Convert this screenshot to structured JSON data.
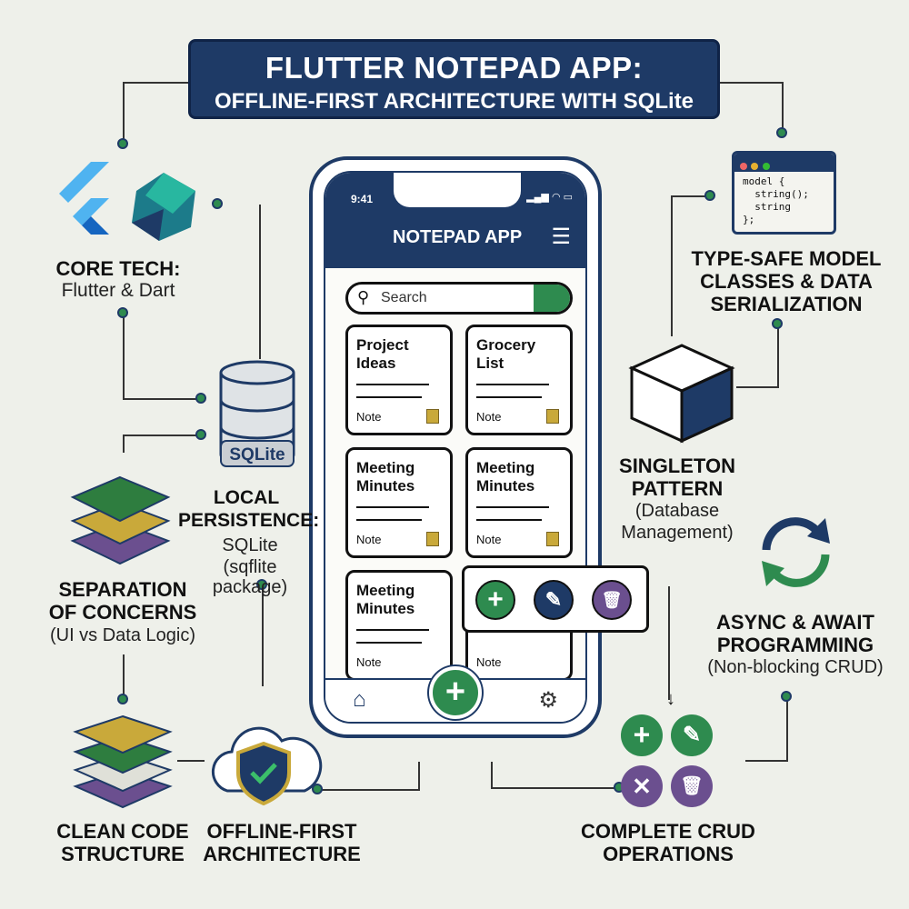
{
  "title": {
    "line1": "FLUTTER NOTEPAD APP:",
    "line2": "OFFLINE-FIRST ARCHITECTURE WITH SQLite"
  },
  "features": {
    "core_tech": {
      "title": "CORE TECH:",
      "sub": "Flutter & Dart"
    },
    "local_persistence": {
      "title": "LOCAL PERSISTENCE:",
      "sub1": "SQLite",
      "sub2": "(sqflite package)",
      "db_label": "SQLite"
    },
    "separation": {
      "title1": "SEPARATION",
      "title2": "OF CONCERNS",
      "sub": "(UI vs Data Logic)"
    },
    "clean_code": {
      "title1": "CLEAN CODE",
      "title2": "STRUCTURE"
    },
    "offline_first": {
      "title1": "OFFLINE-FIRST",
      "title2": "ARCHITECTURE"
    },
    "type_safe": {
      "title1": "TYPE-SAFE MODEL",
      "title2": "CLASSES & DATA",
      "title3": "SERIALIZATION",
      "code": [
        "model {",
        "  string();",
        "  string",
        "};"
      ]
    },
    "singleton": {
      "title1": "SINGLETON",
      "title2": "PATTERN",
      "sub1": "(Database",
      "sub2": "Management)"
    },
    "async": {
      "title1": "ASYNC & AWAIT",
      "title2": "PROGRAMMING",
      "sub": "(Non-blocking CRUD)"
    },
    "crud": {
      "title1": "COMPLETE CRUD",
      "title2": "OPERATIONS"
    }
  },
  "phone": {
    "time": "9:41",
    "app_title": "NOTEPAD APP",
    "search_placeholder": "Search",
    "notes": [
      {
        "title1": "Project",
        "title2": "Ideas",
        "tag": "Note"
      },
      {
        "title1": "Grocery",
        "title2": "List",
        "tag": "Note"
      },
      {
        "title1": "Meeting",
        "title2": "Minutes",
        "tag": "Note"
      },
      {
        "title1": "Meeting",
        "title2": "Minutes",
        "tag": "Note"
      },
      {
        "title1": "Meeting",
        "title2": "Minutes",
        "tag": "Note"
      },
      {
        "title1": "",
        "title2": "",
        "tag": "Note"
      }
    ]
  },
  "colors": {
    "navy": "#1e3a66",
    "green": "#2e8b4f",
    "gold": "#c9a93a",
    "purple": "#6b4f8f",
    "background": "#eef0ea"
  }
}
